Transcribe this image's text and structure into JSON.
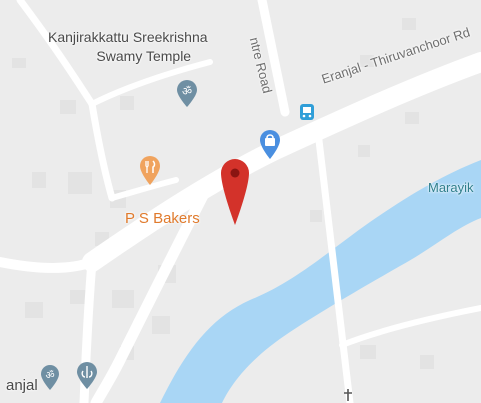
{
  "map": {
    "labels": {
      "temple_line1": "Kanjirakkattu Sreekrishna",
      "temple_line2": "Swamy Temple",
      "road_main": "Eranjal - Thiruvanchoor Rd",
      "road_centre": "ntre Road",
      "bakers": "P S Bakers",
      "water": "Marayik",
      "place_left": "anjal"
    },
    "icons": {
      "temple_pin": "om-temple-icon",
      "temple_pin_bottom": "om-temple-icon",
      "gurdwara_pin": "sikh-khanda-icon",
      "restaurant_pin": "fork-knife-icon",
      "shopping_pin": "shopping-bag-icon",
      "bus_stop": "bus-icon",
      "selected_place": "red-location-pin-icon"
    },
    "colors": {
      "land": "#ececec",
      "road": "#ffffff",
      "water": "#a9d6f5",
      "temple_pin": "#6f8fa3",
      "food_pin": "#f0a35e",
      "shopping_pin": "#4a8fe0",
      "bus_stop": "#2f9ed8",
      "selected_pin": "#d3322a"
    }
  }
}
